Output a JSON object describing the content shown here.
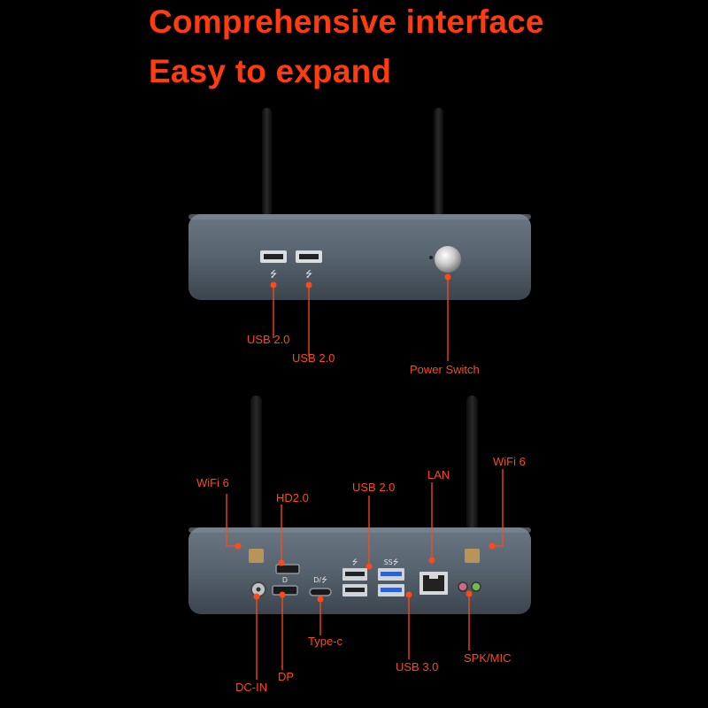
{
  "headline": {
    "line1": "Comprehensive interface",
    "line2": "Easy to expand"
  },
  "colors": {
    "accent": "#ff3b0f",
    "label": "#ff4a18",
    "background": "#000000",
    "chassis": "#56626d"
  },
  "front_panel": {
    "labels": {
      "usb_a": "USB 2.0",
      "usb_b": "USB 2.0",
      "power": "Power Switch"
    }
  },
  "rear_panel": {
    "labels": {
      "wifi_left": "WiFi 6",
      "hd": "HD2.0",
      "usb20": "USB 2.0",
      "lan": "LAN",
      "wifi_right": "WiFi 6",
      "typec": "Type-c",
      "usb30": "USB 3.0",
      "spk_mic": "SPK/MIC",
      "dp": "DP",
      "dc_in": "DC-IN"
    }
  }
}
